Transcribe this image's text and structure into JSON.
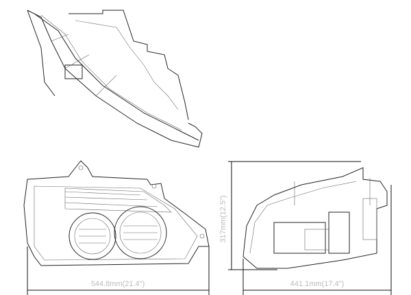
{
  "dimensions": {
    "width_front": "544.8mm(21.4\")",
    "width_side": "441.1mm(17.4\")",
    "height_side": "317mm(12.5\")"
  },
  "colors": {
    "line": "#222222",
    "label": "#bbbbbb"
  }
}
